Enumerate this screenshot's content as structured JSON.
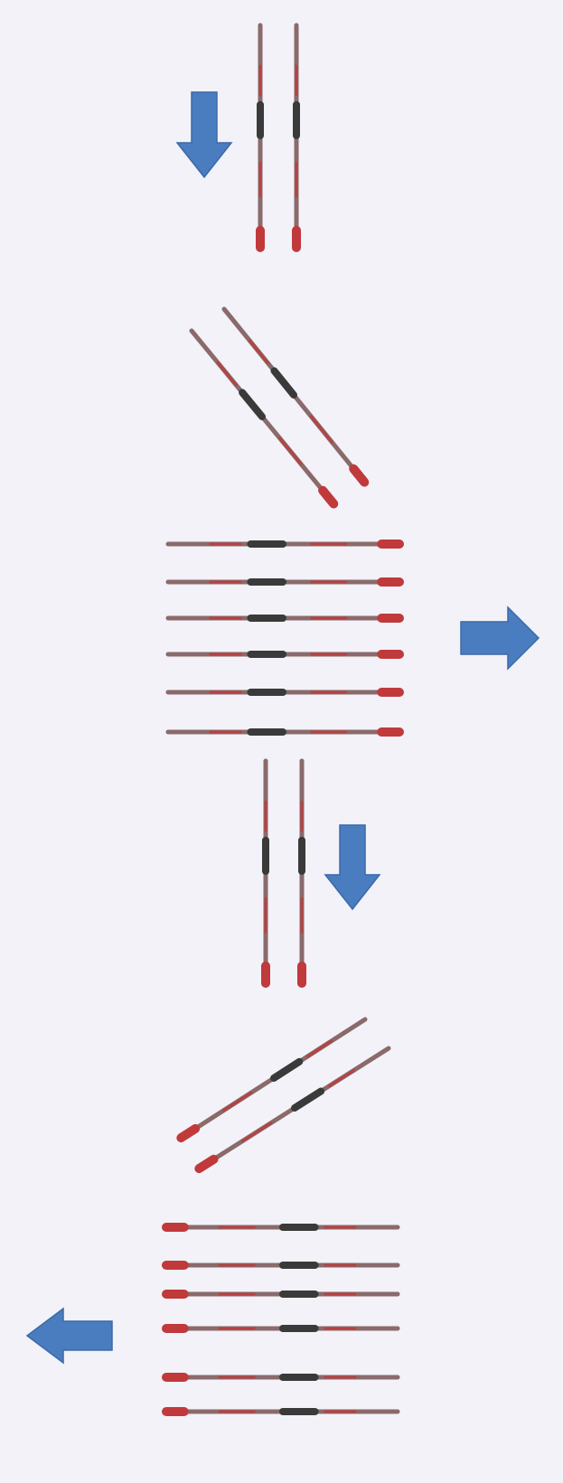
{
  "colors": {
    "background": "#f2f2f8",
    "arrow": "#4a7cc0",
    "arrow_edge": "#3a6aa8",
    "ski_body": "#8a6a6a",
    "ski_tip": "#c0393b",
    "ski_binding": "#3a3a3a"
  },
  "arrows": [
    {
      "name": "down-arrow-icon",
      "direction": "down"
    },
    {
      "name": "right-arrow-icon",
      "direction": "right"
    },
    {
      "name": "down-arrow-icon",
      "direction": "down"
    },
    {
      "name": "left-arrow-icon",
      "direction": "left"
    }
  ],
  "groups": [
    {
      "name": "ski-pair-vertical-top",
      "orientation": "vertical",
      "count": 2,
      "tip": "bottom"
    },
    {
      "name": "ski-pair-diagonal-top",
      "orientation": "diagonal",
      "count": 2,
      "tip": "bottom-right"
    },
    {
      "name": "ski-stack-horizontal-top",
      "orientation": "horizontal",
      "count": 6,
      "tip": "right"
    },
    {
      "name": "ski-pair-vertical-bottom",
      "orientation": "vertical",
      "count": 2,
      "tip": "bottom"
    },
    {
      "name": "ski-pair-diagonal-bottom",
      "orientation": "diagonal",
      "count": 2,
      "tip": "bottom-left"
    },
    {
      "name": "ski-stack-horizontal-bottom",
      "orientation": "horizontal",
      "count": 6,
      "tip": "left"
    }
  ]
}
